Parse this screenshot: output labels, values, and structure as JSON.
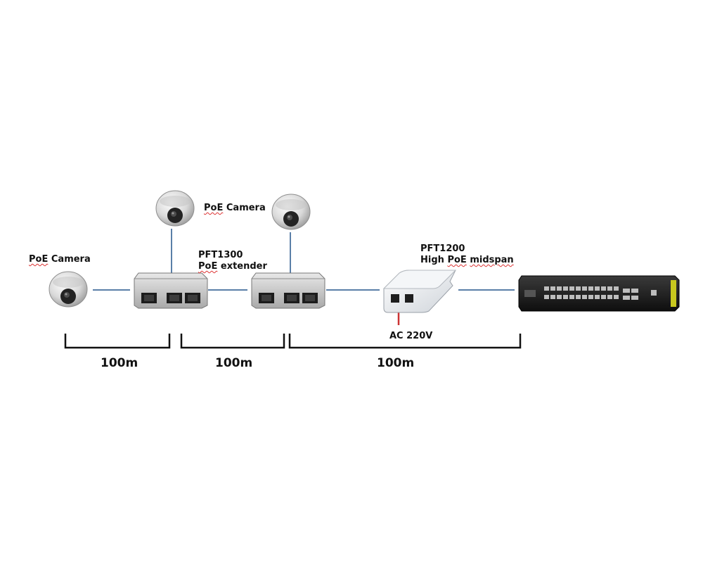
{
  "camera_labels": {
    "left": {
      "word1": "PoE",
      "word2": "Camera"
    },
    "top": {
      "word1": "PoE",
      "word2": "Camera"
    }
  },
  "extender_label": {
    "line1": "PFT1300",
    "line2_word1": "PoE",
    "line2_word2": "extender"
  },
  "midspan_label": {
    "line1": "PFT1200",
    "line2_word1": "High",
    "line2_word2": "PoE",
    "line2_word3": "midspan"
  },
  "power_label": "AC 220V",
  "distances": [
    "100m",
    "100m",
    "100m"
  ],
  "colors": {
    "cable": "#5a7fa8",
    "power": "#cc3333",
    "bracket": "#111111",
    "switch_accent": "#c8c81e"
  },
  "icons": [
    "dome-camera-icon",
    "poe-extender-icon",
    "midspan-injector-icon",
    "network-switch-icon"
  ]
}
